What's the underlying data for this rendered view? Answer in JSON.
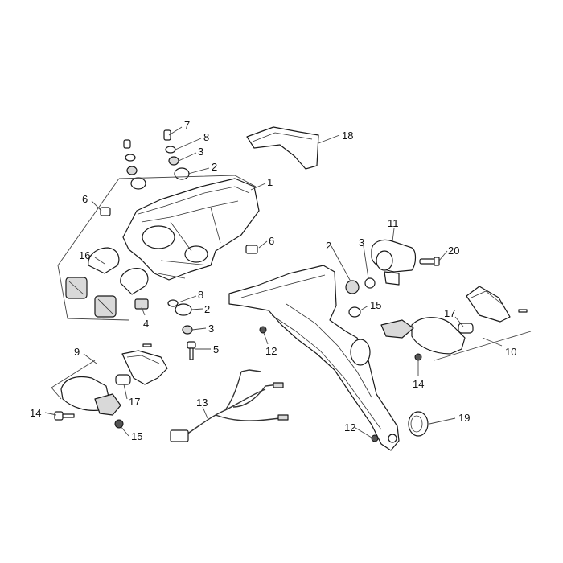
{
  "diagram": {
    "callouts": [
      {
        "id": "c7a",
        "text": "7"
      },
      {
        "id": "c8a",
        "text": "8"
      },
      {
        "id": "c3a",
        "text": "3"
      },
      {
        "id": "c2a",
        "text": "2"
      },
      {
        "id": "c18",
        "text": "18"
      },
      {
        "id": "c1",
        "text": "1"
      },
      {
        "id": "c6a",
        "text": "6"
      },
      {
        "id": "c6b",
        "text": "6"
      },
      {
        "id": "c16",
        "text": "16"
      },
      {
        "id": "c11",
        "text": "11"
      },
      {
        "id": "c2b",
        "text": "2"
      },
      {
        "id": "c3b",
        "text": "3"
      },
      {
        "id": "c20",
        "text": "20"
      },
      {
        "id": "c15a",
        "text": "15"
      },
      {
        "id": "c17a",
        "text": "17"
      },
      {
        "id": "c10",
        "text": "10"
      },
      {
        "id": "c8b",
        "text": "8"
      },
      {
        "id": "c4",
        "text": "4"
      },
      {
        "id": "c2c",
        "text": "2"
      },
      {
        "id": "c3c",
        "text": "3"
      },
      {
        "id": "c5",
        "text": "5"
      },
      {
        "id": "c12a",
        "text": "12"
      },
      {
        "id": "c14a",
        "text": "14"
      },
      {
        "id": "c9",
        "text": "9"
      },
      {
        "id": "c17b",
        "text": "17"
      },
      {
        "id": "c14b",
        "text": "14"
      },
      {
        "id": "c15b",
        "text": "15"
      },
      {
        "id": "c13",
        "text": "13"
      },
      {
        "id": "c12b",
        "text": "12"
      },
      {
        "id": "c19",
        "text": "19"
      }
    ]
  }
}
